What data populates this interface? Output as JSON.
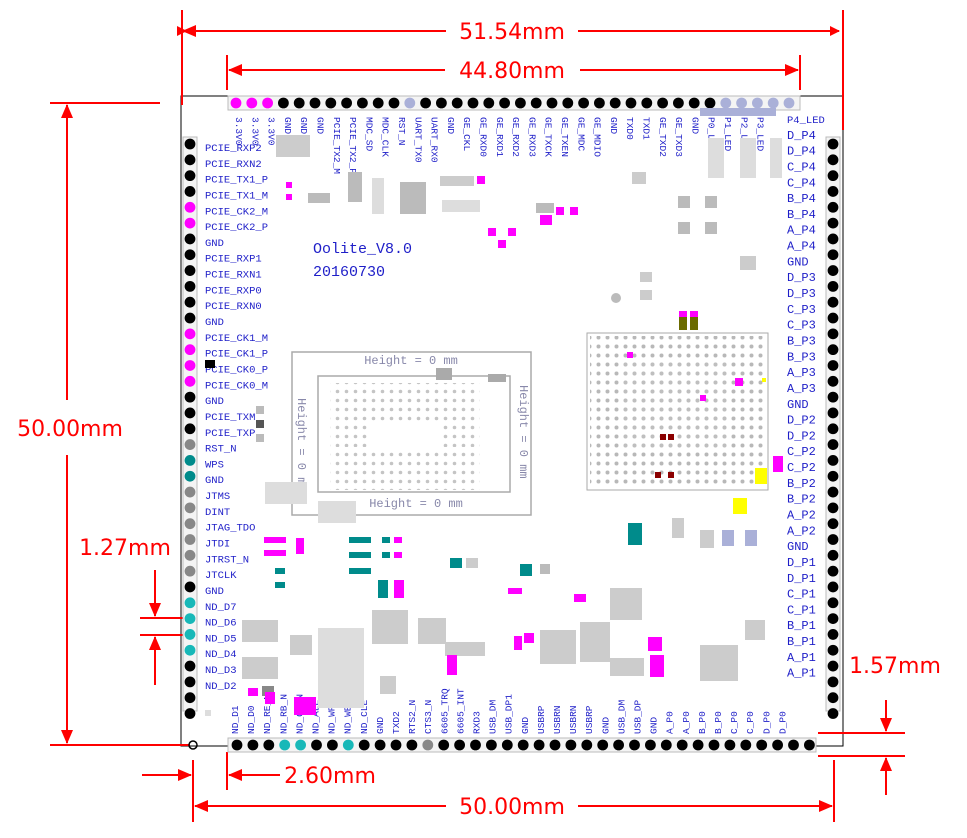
{
  "board": {
    "name": "Oolite_V8.0",
    "date": "20160730",
    "shield_label": "Height = 0 mm",
    "module_label": "Height:0mm"
  },
  "dimensions": {
    "top_outer": "51.54mm",
    "top_inner": "44.80mm",
    "left_height": "50.00mm",
    "pitch": "1.27mm",
    "right_offset": "1.57mm",
    "bottom_offset": "2.60mm",
    "bottom_width": "50.00mm"
  },
  "left_pins": [
    "PCIE_RXP2",
    "PCIE_RXN2",
    "PCIE_TX1_P",
    "PCIE_TX1_M",
    "PCIE_CK2_M",
    "PCIE_CK2_P",
    "GND",
    "PCIE_RXP1",
    "PCIE_RXN1",
    "PCIE_RXP0",
    "PCIE_RXN0",
    "GND",
    "PCIE_CK1_M",
    "PCIE_CK1_P",
    "PCIE_CK0_P",
    "PCIE_CK0_M",
    "GND",
    "PCIE_TXM",
    "PCIE_TXP",
    "RST_N",
    "WPS",
    "GND",
    "JTMS",
    "DINT",
    "JTAG_TDO",
    "JTDI",
    "JTRST_N",
    "JTCLK",
    "GND",
    "ND_D7",
    "ND_D6",
    "ND_D5",
    "ND_D4",
    "ND_D3",
    "ND_D2"
  ],
  "right_pins": [
    "P4_LED",
    "D_P4",
    "D_P4",
    "C_P4",
    "C_P4",
    "B_P4",
    "B_P4",
    "A_P4",
    "A_P4",
    "GND",
    "D_P3",
    "D_P3",
    "C_P3",
    "C_P3",
    "B_P3",
    "B_P3",
    "A_P3",
    "A_P3",
    "GND",
    "D_P2",
    "D_P2",
    "C_P2",
    "C_P2",
    "B_P2",
    "B_P2",
    "A_P2",
    "A_P2",
    "GND",
    "D_P1",
    "D_P1",
    "C_P1",
    "C_P1",
    "B_P1",
    "B_P1",
    "A_P1",
    "A_P1"
  ],
  "top_pins": [
    "3.3V0",
    "3.3V0",
    "3.3V0",
    "GND",
    "GND",
    "GND",
    "PCIE_TX2_M",
    "PCIE_TX2_P",
    "MDC_SD",
    "MDC_CLK",
    "RST_N",
    "UART_TX0",
    "UART_RX0",
    "GND",
    "GE_CKL",
    "GE_RXD0",
    "GE_RXD1",
    "GE_RXD2",
    "GE_RXD3",
    "GE_TXCK",
    "GE_TXEN",
    "GE_MDC",
    "GE_MDIO",
    "GND",
    "TXD0",
    "TXD1",
    "GE_TXD2",
    "GE_TXD3",
    "GND",
    "P0_LED",
    "P1_LED",
    "P2_LED",
    "P3_LED"
  ],
  "bottom_pins": [
    "ND_D1",
    "ND_D0",
    "ND_RE_N",
    "ND_RB_N",
    "ND_CS_N",
    "ND_ALE",
    "ND_WP",
    "ND_WE",
    "ND_CLE",
    "GND",
    "TXD2",
    "RTS2_N",
    "CTS3_N",
    "6605_TRQ",
    "6605_INT",
    "RXD3",
    "USB_DM",
    "USB_DP1",
    "GND",
    "USBRP",
    "USBRN",
    "USBRN",
    "USBRP",
    "GND",
    "USB_DM",
    "USB_DP",
    "GND",
    "A_P0",
    "A_P0",
    "B_P0",
    "B_P0",
    "C_P0",
    "C_P0",
    "D_P0",
    "D_P0"
  ],
  "colors": {
    "dimension": "#ff0000",
    "label": "#1e1ec8",
    "pad": "#aaaaaa",
    "magenta": "#ff00ff",
    "teal": "#008b8b",
    "black": "#000000",
    "yellow": "#ffff00"
  }
}
